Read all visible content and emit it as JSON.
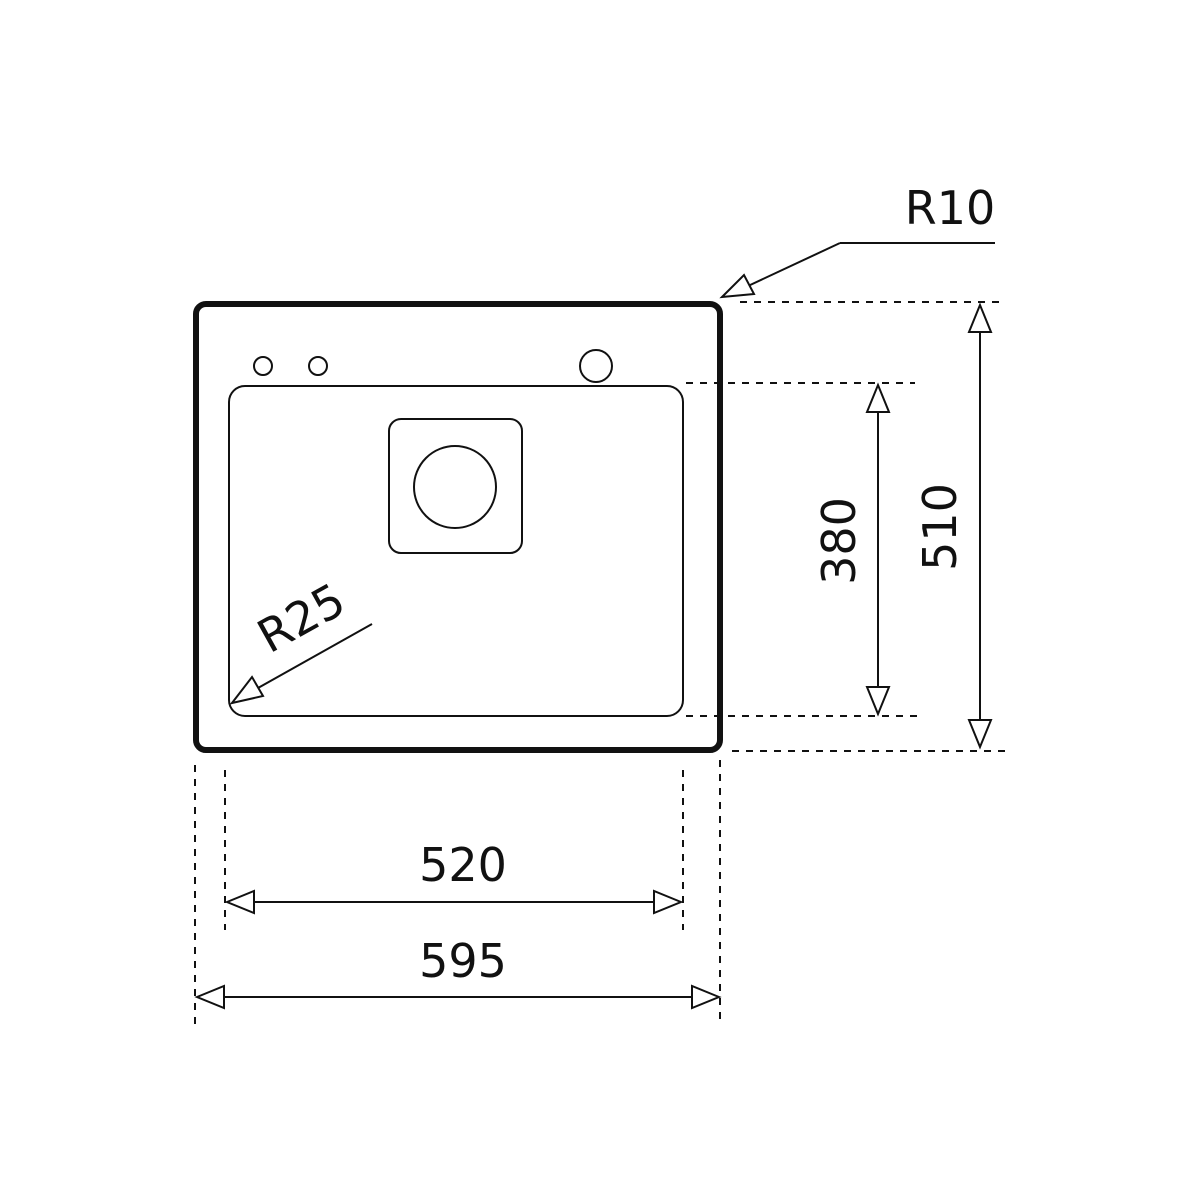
{
  "labels": {
    "corner_radius_outer": "R10",
    "corner_radius_bowl": "R25",
    "bowl_depth": "380",
    "overall_depth": "510",
    "bowl_width": "520",
    "overall_width": "595"
  },
  "colors": {
    "stroke": "#111111",
    "background": "#ffffff"
  }
}
